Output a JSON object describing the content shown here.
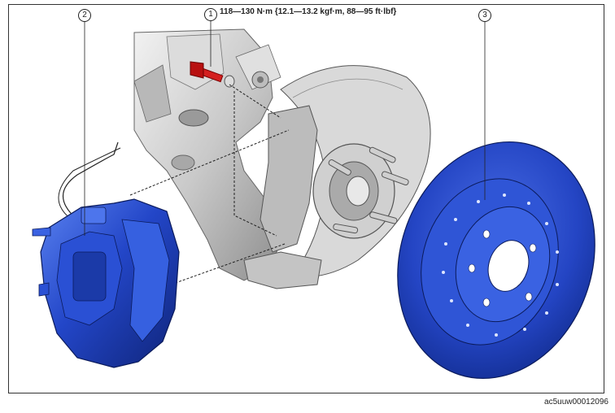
{
  "callouts": [
    {
      "id": "1",
      "text": "1"
    },
    {
      "id": "2",
      "text": "2"
    },
    {
      "id": "3",
      "text": "3"
    }
  ],
  "torque_spec": "118—130 N·m {12.1—13.2 kgf·m, 88—95 ft·lbf}",
  "figure_id": "ac5uuw00012096",
  "colors": {
    "part_blue": "#2346c8",
    "part_blue_dark": "#122a88",
    "bolt_red": "#d42020",
    "knuckle_gray": "#c8c8c8"
  }
}
